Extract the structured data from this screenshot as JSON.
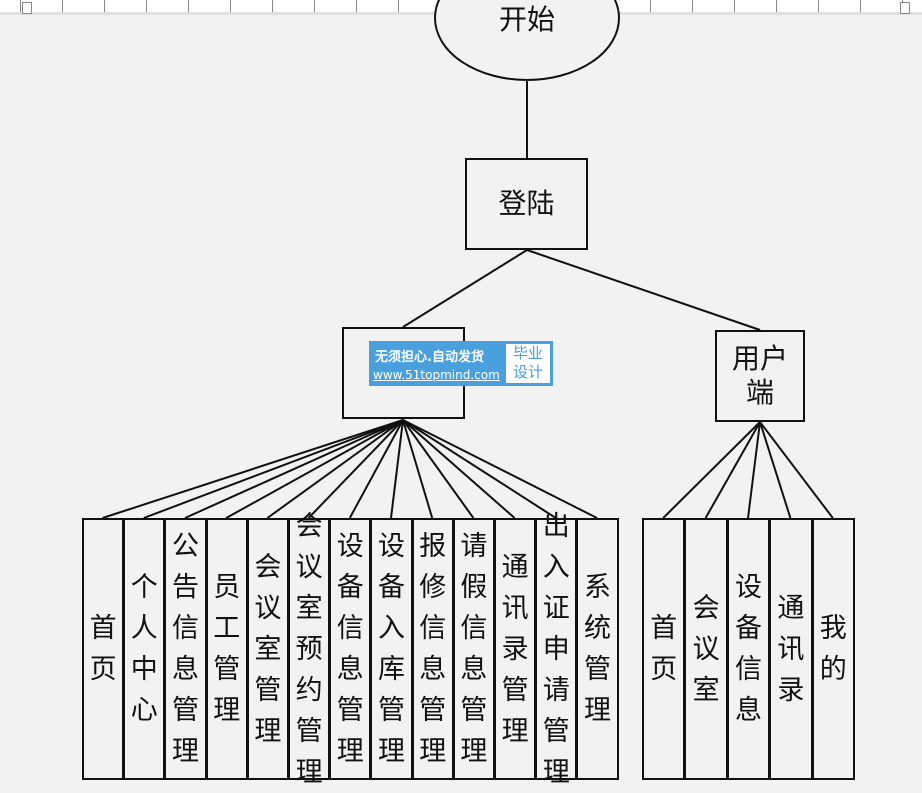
{
  "start": "开始",
  "login": "登陆",
  "user_node": "用户端",
  "admin_children": [
    "首页",
    "个人中心",
    "公告信息管理",
    "员工管理",
    "会议室管理",
    "会议室预约管理",
    "设备信息管理",
    "设备入库管理",
    "报修信息管理",
    "请假信息管理",
    "通讯录管理",
    "出入证申请管理",
    "系统管理"
  ],
  "user_children": [
    "首页",
    "会议室",
    "设备信息",
    "通讯录",
    "我的"
  ],
  "watermark": {
    "line1": "无须担心.自动发货",
    "line2": "www.51topmind.com",
    "badge": "毕业设计"
  }
}
